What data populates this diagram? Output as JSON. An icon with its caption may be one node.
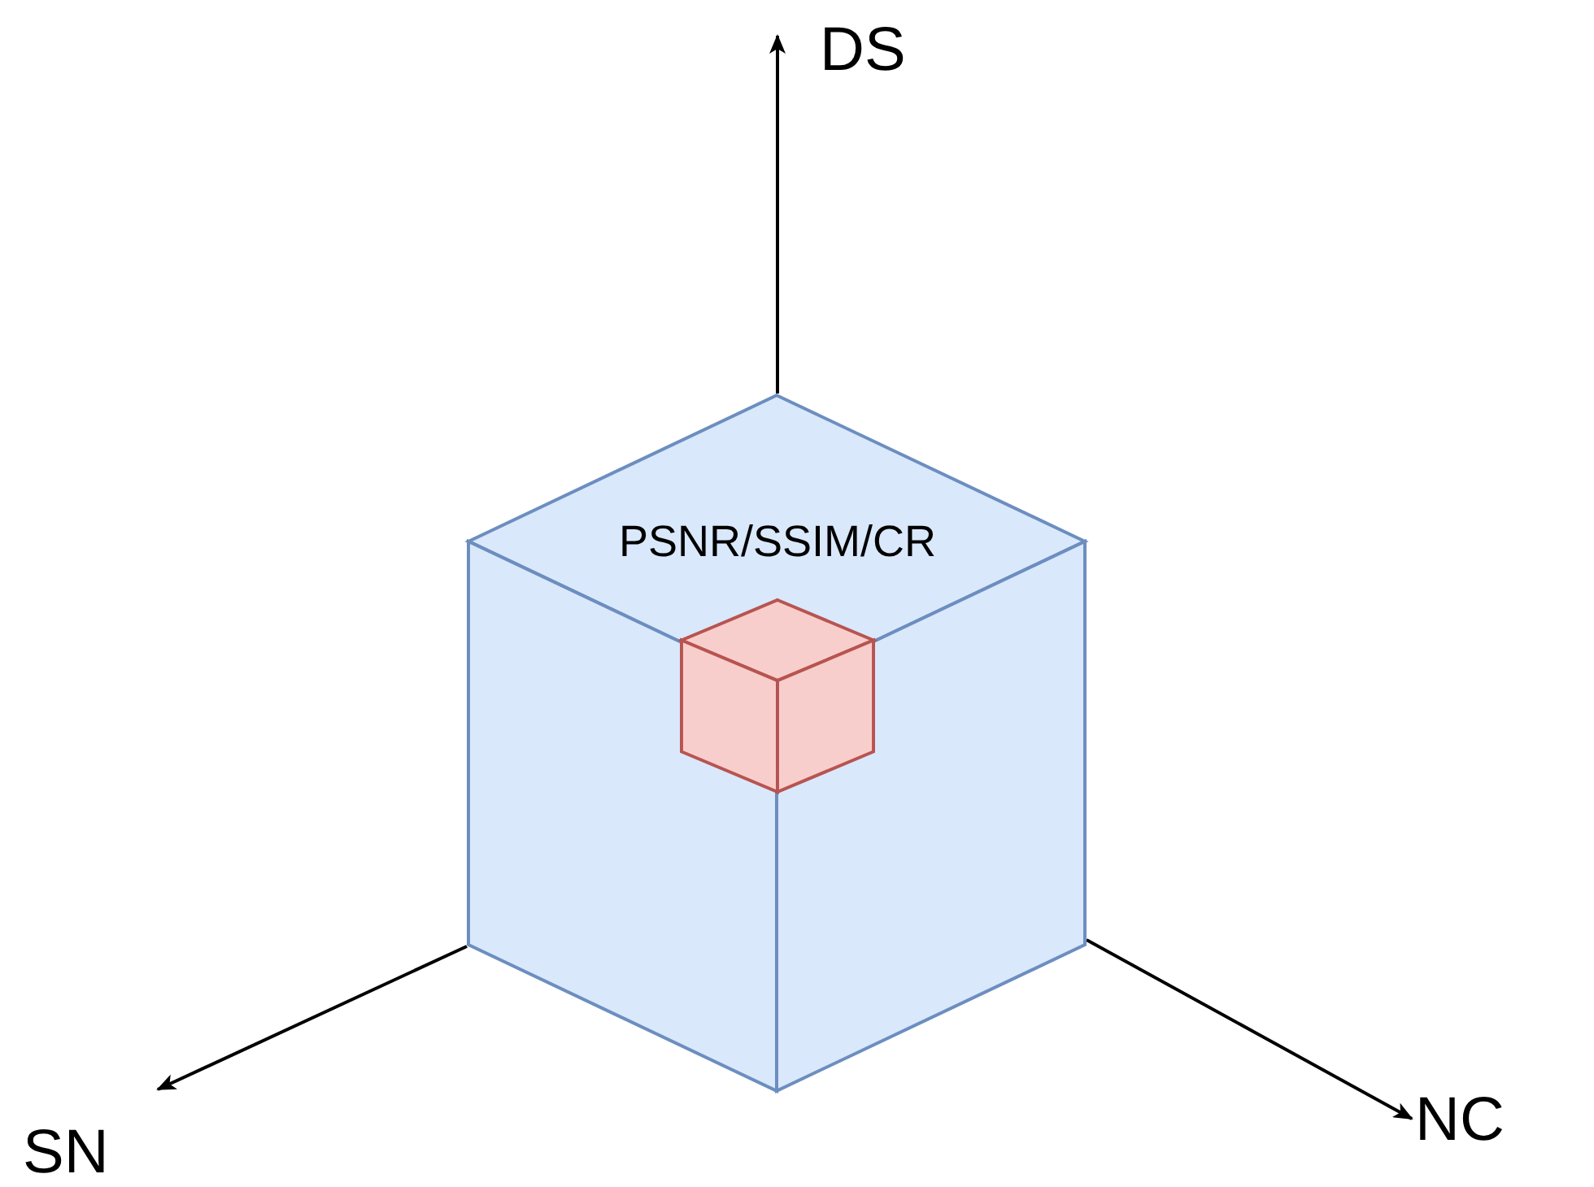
{
  "diagram": {
    "nodes": [
      {
        "text": [
          "PSNR/SSIM/CR"
        ]
      },
      {
        "text": [],
        "shape": "cube",
        "in": 0
      }
    ],
    "labels": [
      "DS",
      "SN",
      "NC"
    ]
  }
}
